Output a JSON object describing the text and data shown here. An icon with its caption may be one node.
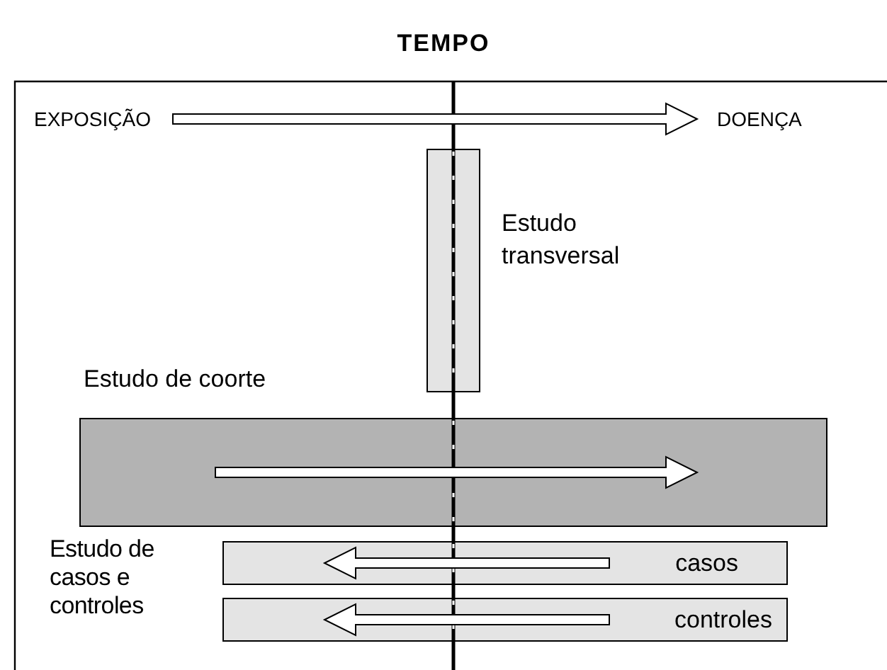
{
  "diagram": {
    "title": "TEMPO",
    "nodes": [
      {
        "text": [
          "EXPOSIÇÃO"
        ]
      },
      {
        "text": [
          "DOENÇA"
        ]
      },
      {
        "text": [],
        "shape": "box",
        "beside": [
          "Estudo transversal"
        ]
      },
      {
        "text": [],
        "shape": "box",
        "beside": [
          "Estudo de coorte"
        ]
      },
      {
        "text": [
          "casos"
        ]
      },
      {
        "text": [
          "controles"
        ]
      }
    ],
    "edges": [
      {
        "from": 0,
        "to": 1,
        "arrow": "to"
      }
    ],
    "labels": [
      "Estudo de casos e controles"
    ]
  }
}
